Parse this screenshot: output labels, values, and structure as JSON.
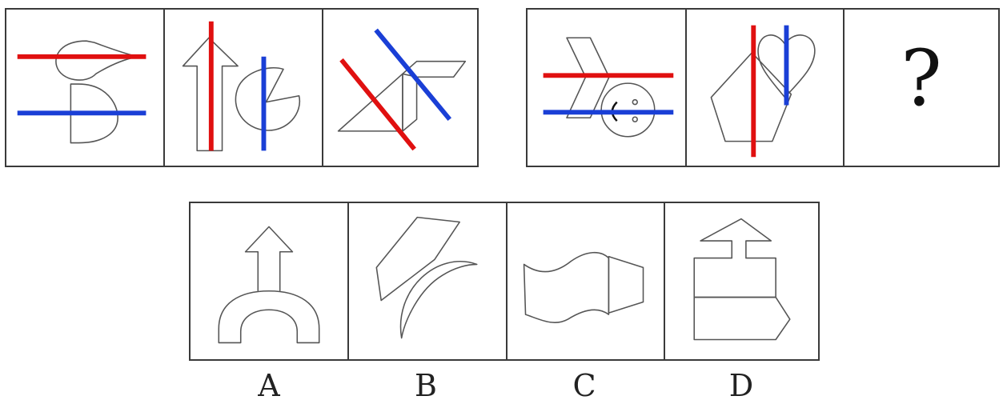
{
  "question_mark": "?",
  "options": [
    {
      "label": "A"
    },
    {
      "label": "B"
    },
    {
      "label": "C"
    },
    {
      "label": "D"
    }
  ],
  "line_colors": {
    "red": "#e01010",
    "blue": "#1a3fd6"
  }
}
